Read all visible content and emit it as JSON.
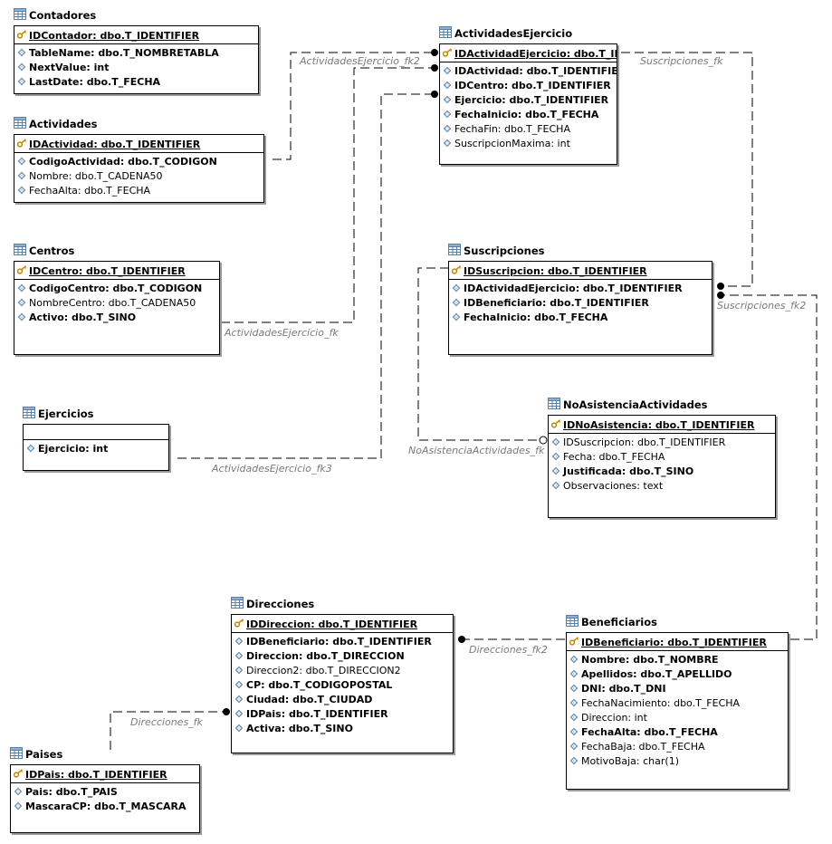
{
  "tables": {
    "contadores": {
      "name": "Contadores",
      "columns": [
        {
          "text": "IDContador: dbo.T_IDENTIFIER",
          "key": true,
          "bold": true
        },
        {
          "text": "TableName: dbo.T_NOMBRETABLA",
          "key": false,
          "bold": true
        },
        {
          "text": "NextValue: int",
          "key": false,
          "bold": true
        },
        {
          "text": "LastDate: dbo.T_FECHA",
          "key": false,
          "bold": true
        }
      ]
    },
    "actividades": {
      "name": "Actividades",
      "columns": [
        {
          "text": "IDActividad: dbo.T_IDENTIFIER",
          "key": true,
          "bold": true
        },
        {
          "text": "CodigoActividad: dbo.T_CODIGON",
          "key": false,
          "bold": true
        },
        {
          "text": "Nombre: dbo.T_CADENA50",
          "key": false,
          "bold": false
        },
        {
          "text": "FechaAlta: dbo.T_FECHA",
          "key": false,
          "bold": false
        }
      ]
    },
    "centros": {
      "name": "Centros",
      "columns": [
        {
          "text": "IDCentro: dbo.T_IDENTIFIER",
          "key": true,
          "bold": true
        },
        {
          "text": "CodigoCentro: dbo.T_CODIGON",
          "key": false,
          "bold": true
        },
        {
          "text": "NombreCentro: dbo.T_CADENA50",
          "key": false,
          "bold": false
        },
        {
          "text": "Activo: dbo.T_SINO",
          "key": false,
          "bold": true
        }
      ]
    },
    "ejercicios": {
      "name": "Ejercicios",
      "columns": [
        {
          "text": "Ejercicio: int",
          "key": false,
          "bold": true
        }
      ]
    },
    "actividadesEjercicio": {
      "name": "ActividadesEjercicio",
      "columns": [
        {
          "text": "IDActividadEjercicio: dbo.T_IDENTIFIER",
          "key": true,
          "bold": true
        },
        {
          "text": "IDActividad: dbo.T_IDENTIFIER",
          "key": false,
          "bold": true
        },
        {
          "text": "IDCentro: dbo.T_IDENTIFIER",
          "key": false,
          "bold": true
        },
        {
          "text": "Ejercicio: dbo.T_IDENTIFIER",
          "key": false,
          "bold": true
        },
        {
          "text": "FechaInicio: dbo.T_FECHA",
          "key": false,
          "bold": true
        },
        {
          "text": "FechaFin: dbo.T_FECHA",
          "key": false,
          "bold": false
        },
        {
          "text": "SuscripcionMaxima: int",
          "key": false,
          "bold": false
        }
      ]
    },
    "suscripciones": {
      "name": "Suscripciones",
      "columns": [
        {
          "text": "IDSuscripcion: dbo.T_IDENTIFIER",
          "key": true,
          "bold": true
        },
        {
          "text": "IDActividadEjercicio: dbo.T_IDENTIFIER",
          "key": false,
          "bold": true
        },
        {
          "text": "IDBeneficiario: dbo.T_IDENTIFIER",
          "key": false,
          "bold": true
        },
        {
          "text": "FechaInicio: dbo.T_FECHA",
          "key": false,
          "bold": true
        }
      ]
    },
    "noAsistencia": {
      "name": "NoAsistenciaActividades",
      "columns": [
        {
          "text": "IDNoAsistencia: dbo.T_IDENTIFIER",
          "key": true,
          "bold": true
        },
        {
          "text": "IDSuscripcion: dbo.T_IDENTIFIER",
          "key": false,
          "bold": false
        },
        {
          "text": "Fecha: dbo.T_FECHA",
          "key": false,
          "bold": false
        },
        {
          "text": "Justificada: dbo.T_SINO",
          "key": false,
          "bold": true
        },
        {
          "text": "Observaciones: text",
          "key": false,
          "bold": false
        }
      ]
    },
    "direcciones": {
      "name": "Direcciones",
      "columns": [
        {
          "text": "IDDireccion: dbo.T_IDENTIFIER",
          "key": true,
          "bold": true
        },
        {
          "text": "IDBeneficiario: dbo.T_IDENTIFIER",
          "key": false,
          "bold": true
        },
        {
          "text": "Direccion: dbo.T_DIRECCION",
          "key": false,
          "bold": true
        },
        {
          "text": "Direccion2: dbo.T_DIRECCION2",
          "key": false,
          "bold": false
        },
        {
          "text": "CP: dbo.T_CODIGOPOSTAL",
          "key": false,
          "bold": true
        },
        {
          "text": "Ciudad: dbo.T_CIUDAD",
          "key": false,
          "bold": true
        },
        {
          "text": "IDPais: dbo.T_IDENTIFIER",
          "key": false,
          "bold": true
        },
        {
          "text": "Activa: dbo.T_SINO",
          "key": false,
          "bold": true
        }
      ]
    },
    "beneficiarios": {
      "name": "Beneficiarios",
      "columns": [
        {
          "text": "IDBeneficiario: dbo.T_IDENTIFIER",
          "key": true,
          "bold": true
        },
        {
          "text": "Nombre: dbo.T_NOMBRE",
          "key": false,
          "bold": true
        },
        {
          "text": "Apellidos: dbo.T_APELLIDO",
          "key": false,
          "bold": true
        },
        {
          "text": "DNI: dbo.T_DNI",
          "key": false,
          "bold": true
        },
        {
          "text": "FechaNacimiento: dbo.T_FECHA",
          "key": false,
          "bold": false
        },
        {
          "text": "Direccion: int",
          "key": false,
          "bold": false
        },
        {
          "text": "FechaAlta: dbo.T_FECHA",
          "key": false,
          "bold": true
        },
        {
          "text": "FechaBaja: dbo.T_FECHA",
          "key": false,
          "bold": false
        },
        {
          "text": "MotivoBaja: char(1)",
          "key": false,
          "bold": false
        }
      ]
    },
    "paises": {
      "name": "Paises",
      "columns": [
        {
          "text": "IDPais: dbo.T_IDENTIFIER",
          "key": true,
          "bold": true
        },
        {
          "text": "Pais: dbo.T_PAIS",
          "key": false,
          "bold": true
        },
        {
          "text": "MascaraCP: dbo.T_MASCARA",
          "key": false,
          "bold": true
        }
      ]
    }
  },
  "relationships": {
    "ae_fk2": "ActividadesEjercicio_fk2",
    "ae_fk": "ActividadesEjercicio_fk",
    "ae_fk3": "ActividadesEjercicio_fk3",
    "susc_fk": "Suscripciones_fk",
    "susc_fk2": "Suscripciones_fk2",
    "noasis_fk": "NoAsistenciaActividades_fk",
    "dir_fk2": "Direcciones_fk2",
    "dir_fk": "Direcciones_fk"
  },
  "colors": {
    "line": "#000000",
    "label": "#7a7a7a",
    "key_icon": "#c08a00",
    "shadow": "#9a9a9a"
  },
  "icons": {
    "table": "table-icon",
    "primary_key": "key-icon",
    "column": "column-diamond-icon"
  }
}
